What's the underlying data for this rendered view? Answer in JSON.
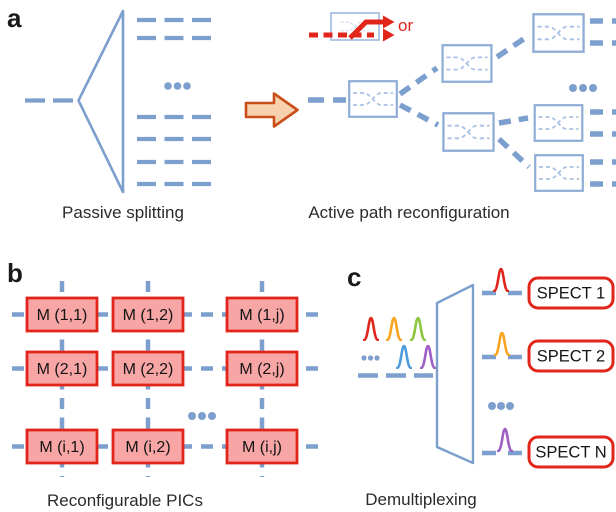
{
  "colors": {
    "line_blue": "#7d9fce",
    "box_blue": "#8fadd6",
    "inner_blue": "#a9c1e3",
    "red": "#e2251b",
    "pink": "#f8a5a5",
    "arrow_fill": "#f8d2ae",
    "arrow_stroke": "#c94e1a",
    "peak_red": "#e0251c",
    "peak_orange": "#f9a31e",
    "peak_green": "#8cc63e",
    "peak_blue": "#4f9bd9",
    "peak_purple": "#9f5fc4",
    "white": "#ffffff"
  },
  "panel_a": {
    "label": "a",
    "caption_left": "Passive splitting",
    "caption_right": "Active path reconfiguration",
    "or_label": "or"
  },
  "panel_b": {
    "label": "b",
    "caption": "Reconfigurable PICs",
    "cells": [
      "M (1,1)",
      "M (1,2)",
      "M (1,j)",
      "M (2,1)",
      "M (2,2)",
      "M (2,j)",
      "M (i,1)",
      "M (i,2)",
      "M (i,j)"
    ]
  },
  "panel_c": {
    "label": "c",
    "caption": "Demultiplexing",
    "outputs": [
      "SPECT 1",
      "SPECT 2",
      "SPECT N"
    ]
  }
}
